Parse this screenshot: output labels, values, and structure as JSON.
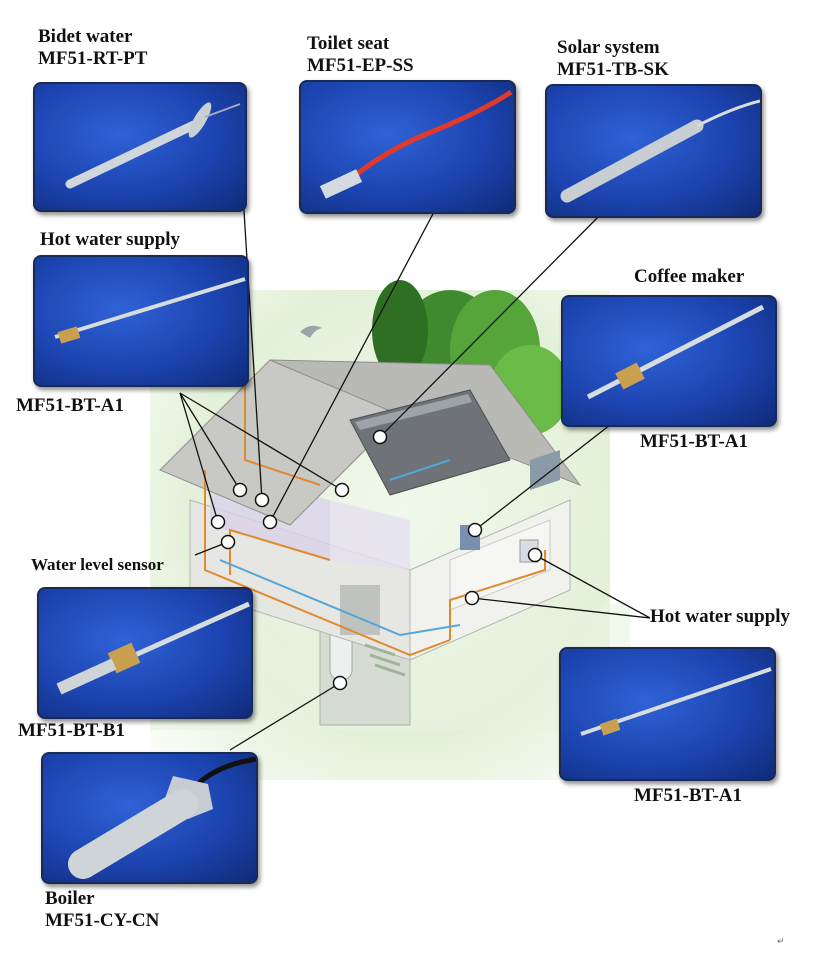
{
  "sensors": [
    {
      "title": "Bidet water",
      "model": "MF51-RT-PT"
    },
    {
      "title": "Toilet seat",
      "model": "MF51-EP-SS"
    },
    {
      "title": "Solar system",
      "model": "MF51-TB-SK"
    },
    {
      "title": "Hot water supply",
      "model": "MF51-BT-A1"
    },
    {
      "title": "Coffee maker",
      "model": "MF51-BT-A1"
    },
    {
      "title": "Water level sensor",
      "model": "MF51-BT-B1"
    },
    {
      "title": "Hot water supply",
      "model": "MF51-BT-A1"
    },
    {
      "title": "Boiler",
      "model": "MF51-CY-CN"
    }
  ],
  "corner_mark": "↵"
}
